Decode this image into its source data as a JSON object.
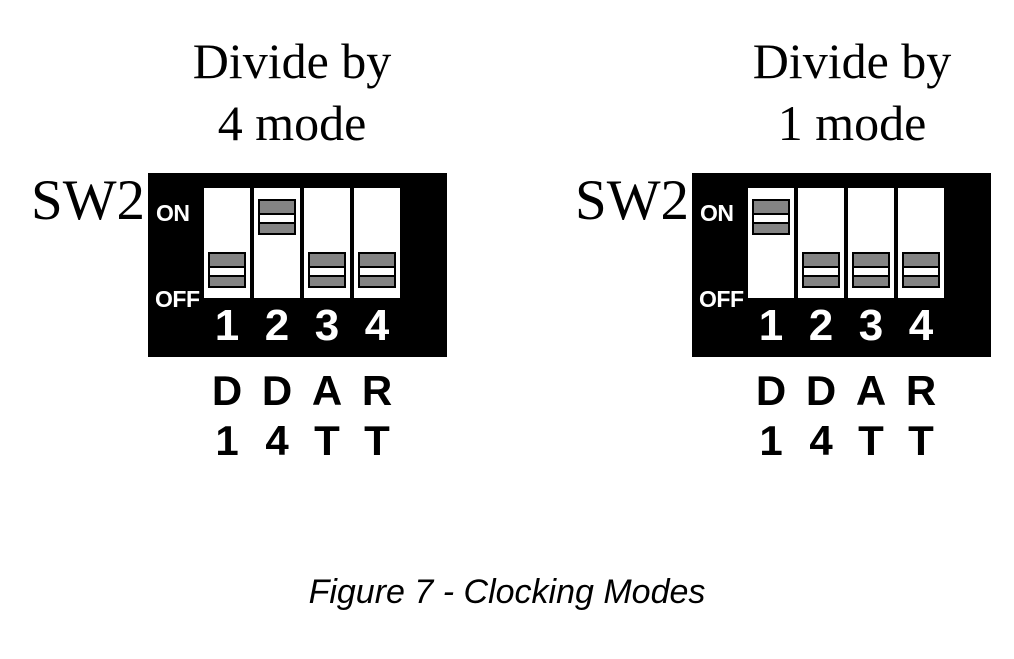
{
  "colors": {
    "switch_body": "#000000",
    "slider": "#848484",
    "slot": "#ffffff",
    "ink": "#000000"
  },
  "caption": "Figure 7 - Clocking Modes",
  "panels": [
    {
      "title_line1": "Divide by",
      "title_line2": "4 mode",
      "switch_name": "SW2",
      "on_label": "ON",
      "off_label": "OFF",
      "switches": [
        {
          "number": "1",
          "state": "off"
        },
        {
          "number": "2",
          "state": "on"
        },
        {
          "number": "3",
          "state": "off"
        },
        {
          "number": "4",
          "state": "off"
        }
      ],
      "pin_labels": [
        {
          "line1": "D",
          "line2": "1"
        },
        {
          "line1": "D",
          "line2": "4"
        },
        {
          "line1": "A",
          "line2": "T"
        },
        {
          "line1": "R",
          "line2": "T"
        }
      ]
    },
    {
      "title_line1": "Divide by",
      "title_line2": "1 mode",
      "switch_name": "SW2",
      "on_label": "ON",
      "off_label": "OFF",
      "switches": [
        {
          "number": "1",
          "state": "on"
        },
        {
          "number": "2",
          "state": "off"
        },
        {
          "number": "3",
          "state": "off"
        },
        {
          "number": "4",
          "state": "off"
        }
      ],
      "pin_labels": [
        {
          "line1": "D",
          "line2": "1"
        },
        {
          "line1": "D",
          "line2": "4"
        },
        {
          "line1": "A",
          "line2": "T"
        },
        {
          "line1": "R",
          "line2": "T"
        }
      ]
    }
  ]
}
